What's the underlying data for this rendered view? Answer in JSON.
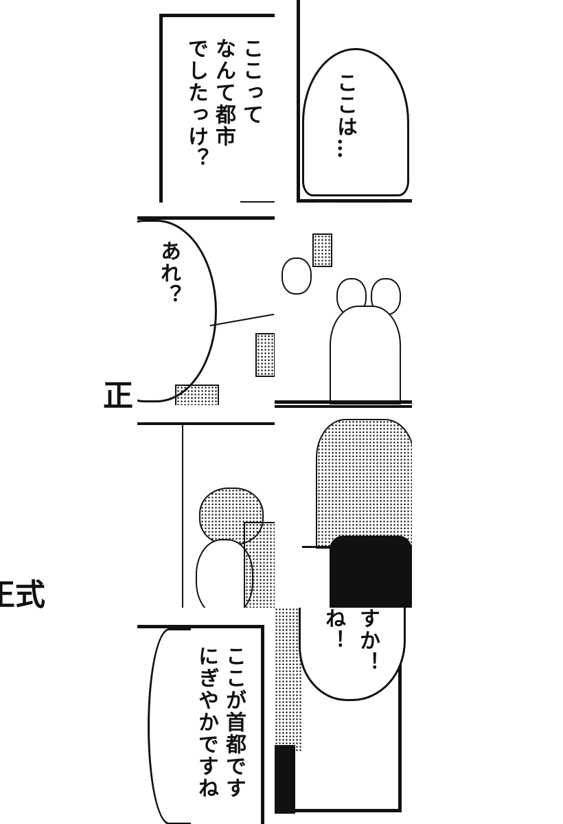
{
  "side_text": {
    "fragment_1": "正",
    "fragment_2": "正式"
  },
  "panels": {
    "top_left_box": [
      "ここって",
      "なんて都市",
      "でしたっけ？"
    ],
    "top_right_bubble": "ここは…",
    "mid_left_bubble": "あれ？",
    "bottom_left_box": [
      "ここが首都です",
      "にぎやかですね"
    ],
    "bottom_right_bubble": [
      "すか！",
      "ね！"
    ]
  }
}
